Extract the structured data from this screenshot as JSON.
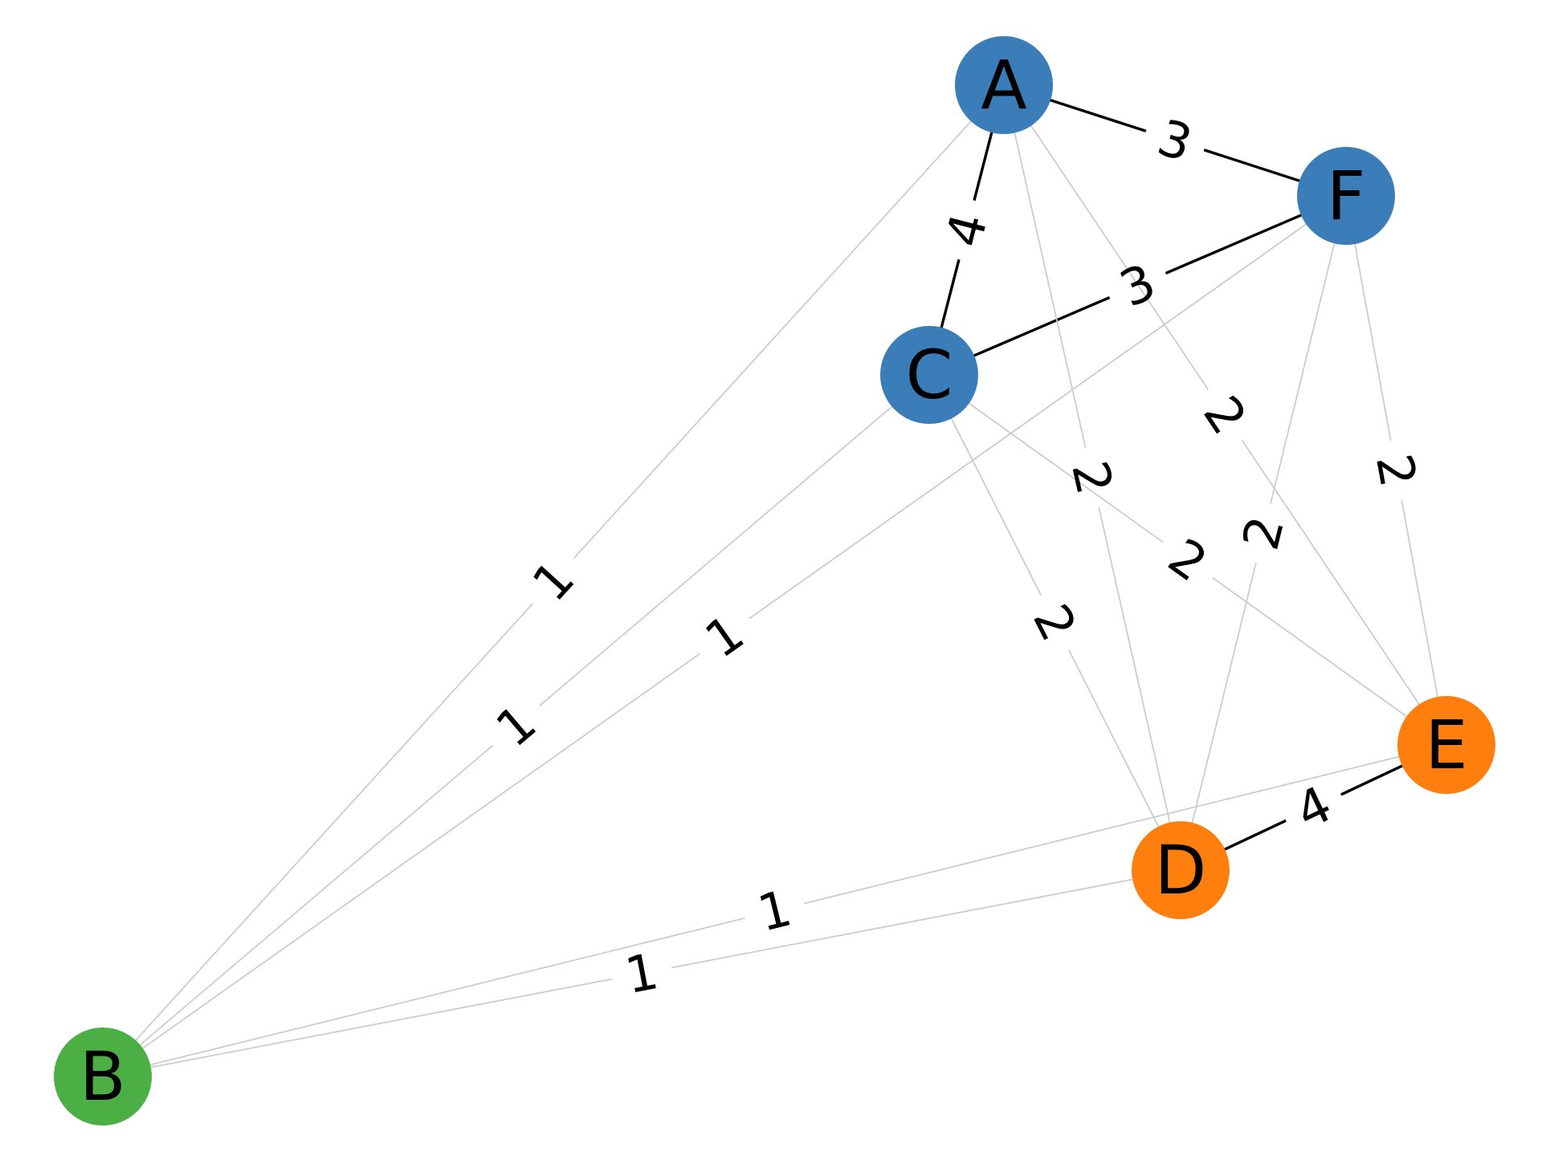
{
  "diagram": {
    "colors": {
      "group_blue": "#3a7db8",
      "group_green": "#4caf46",
      "group_orange": "#ff7f0e",
      "edge_strong": "#000000",
      "edge_weak": "#cccccc"
    },
    "nodes": [
      {
        "id": "A",
        "label": "A",
        "color": "#3a7db8"
      },
      {
        "id": "B",
        "label": "B",
        "color": "#4caf46"
      },
      {
        "id": "C",
        "label": "C",
        "color": "#3a7db8"
      },
      {
        "id": "D",
        "label": "D",
        "color": "#ff7f0e"
      },
      {
        "id": "E",
        "label": "E",
        "color": "#ff7f0e"
      },
      {
        "id": "F",
        "label": "F",
        "color": "#3a7db8"
      }
    ],
    "edges": [
      {
        "source": "A",
        "target": "F",
        "weight": "3",
        "style": "strong"
      },
      {
        "source": "A",
        "target": "C",
        "weight": "4",
        "style": "strong"
      },
      {
        "source": "C",
        "target": "F",
        "weight": "3",
        "style": "strong"
      },
      {
        "source": "D",
        "target": "E",
        "weight": "4",
        "style": "strong"
      },
      {
        "source": "A",
        "target": "B",
        "weight": "1",
        "style": "weak"
      },
      {
        "source": "B",
        "target": "C",
        "weight": "1",
        "style": "weak"
      },
      {
        "source": "B",
        "target": "F",
        "weight": "1",
        "style": "weak"
      },
      {
        "source": "B",
        "target": "E",
        "weight": "1",
        "style": "weak"
      },
      {
        "source": "B",
        "target": "D",
        "weight": "1",
        "style": "weak"
      },
      {
        "source": "A",
        "target": "D",
        "weight": "2",
        "style": "weak"
      },
      {
        "source": "A",
        "target": "E",
        "weight": "2",
        "style": "weak"
      },
      {
        "source": "C",
        "target": "D",
        "weight": "2",
        "style": "weak"
      },
      {
        "source": "C",
        "target": "E",
        "weight": "2",
        "style": "weak"
      },
      {
        "source": "F",
        "target": "D",
        "weight": "2",
        "style": "weak"
      },
      {
        "source": "F",
        "target": "E",
        "weight": "2",
        "style": "weak"
      }
    ]
  }
}
